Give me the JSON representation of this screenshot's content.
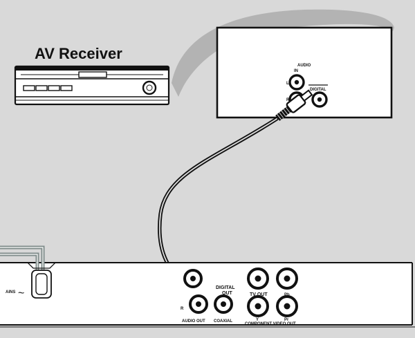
{
  "receiver": {
    "title": "AV Receiver",
    "audio_in_label": "AUDIO",
    "in_label": "IN",
    "left_label": "L",
    "right_label": "R",
    "digital_label": "DIGITAL"
  },
  "player": {
    "mains_label": "AINS",
    "mains_symbol": "~",
    "digital_out_line1": "DIGITAL",
    "digital_out_line2": "OUT",
    "r_label": "R",
    "audio_out_label": "AUDIO OUT",
    "coaxial_label": "COAXIAL",
    "tv_out_label": "TV OUT",
    "pb_label": "Pb",
    "y_label": "Y",
    "pr_label": "Pr",
    "component_video_out_label": "COMPONENT VIDEO OUT"
  },
  "colors": {
    "background": "#d9d9d9",
    "panel": "#ffffff",
    "outline": "#111111",
    "cable": "#222222",
    "ghost_shape": "#b3b3b3",
    "power_cord": "#7f8c8a"
  }
}
